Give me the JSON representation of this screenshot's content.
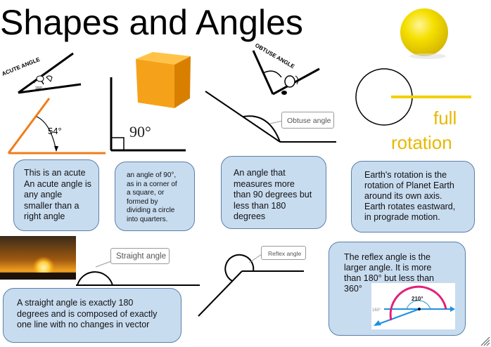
{
  "title": "Shapes and Angles",
  "labels": {
    "acute_angle_tag": "ACUTE ANGLE",
    "obtuse_angle_tag": "OBTUSE ANGLE",
    "angle_54": "54°",
    "angle_90": "90°",
    "angle_210": "210°",
    "angle_160": "160°",
    "full": "full",
    "rotation": "rotation",
    "obtuse_callout": "Obtuse angle",
    "straight_callout": "Straight angle",
    "reflex_callout": "Reflex angle"
  },
  "boxes": {
    "acute": [
      "This  is an acute",
      "An acute angle is",
      "any angle",
      "smaller than a",
      "right angle"
    ],
    "right": [
      "an angle of 90°,",
      "as in a corner of",
      "a square, or",
      "formed by",
      "dividing a circle",
      "into quarters."
    ],
    "obtuse": [
      "An angle that",
      "measures more",
      "than 90 degrees but",
      "less than 180",
      "degrees"
    ],
    "rotation": [
      "Earth's rotation is the",
      "rotation of Planet Earth",
      "around its own axis.",
      "Earth rotates eastward,",
      "in prograde motion."
    ],
    "straight": [
      "A straight angle is exactly 180",
      "degrees and is composed of exactly",
      "one line with no changes in vector"
    ],
    "reflex": [
      "The reflex angle is the",
      "larger angle. It is more",
      "than 180° but less than",
      "360°"
    ]
  },
  "colors": {
    "orange": "#f07c1a",
    "yellow": "#f2d000",
    "gold_label": "#e8b800",
    "box_fill": "#c8dcf0",
    "box_border": "#5b7fa8",
    "reflex_arc": "#e0207a",
    "reflex_ray": "#1e90e0"
  }
}
